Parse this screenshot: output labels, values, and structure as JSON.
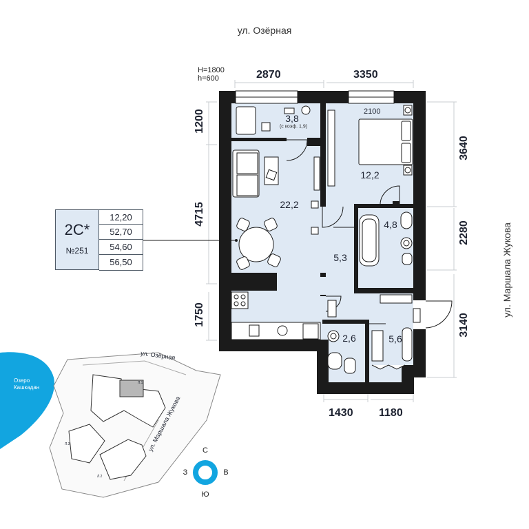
{
  "streets": {
    "top": "ул. Озёрная",
    "right": "ул. Маршала Жукова"
  },
  "window_note": {
    "h1": "H=1800",
    "h2": "h=600"
  },
  "dimensions": {
    "top_left": "2870",
    "top_right": "3350",
    "left_1": "1200",
    "left_2": "4715",
    "left_3": "1750",
    "right_1": "3640",
    "right_2": "2280",
    "right_3": "3140",
    "bottom_1": "1430",
    "bottom_2": "1180",
    "bed_width": "2100"
  },
  "rooms": {
    "balcony": "3,8",
    "balcony_note": "(с коэф. 1,9)",
    "living": "22,2",
    "bedroom": "12,2",
    "bathroom": "4,8",
    "hall": "5,3",
    "wc": "2,6",
    "wardrobe": "5,6"
  },
  "apartment": {
    "type": "2С*",
    "number": "№251",
    "areas": [
      "12,20",
      "52,70",
      "54,60",
      "56,50"
    ]
  },
  "site_plan": {
    "street_top": "ул. Озёрная",
    "street_diag": "ул. Маршала Жукова",
    "lake_1": "Озеро",
    "lake_2": "Кашкадан",
    "lot_labels": [
      "Л.1",
      "Л.2",
      "Л.3"
    ]
  },
  "compass": {
    "n": "С",
    "s": "Ю",
    "w": "З",
    "e": "В"
  },
  "colors": {
    "wall": "#1b1b1b",
    "floor": "#dfe9f4",
    "furniture": "#ffffff",
    "accent": "#12a5e0"
  }
}
